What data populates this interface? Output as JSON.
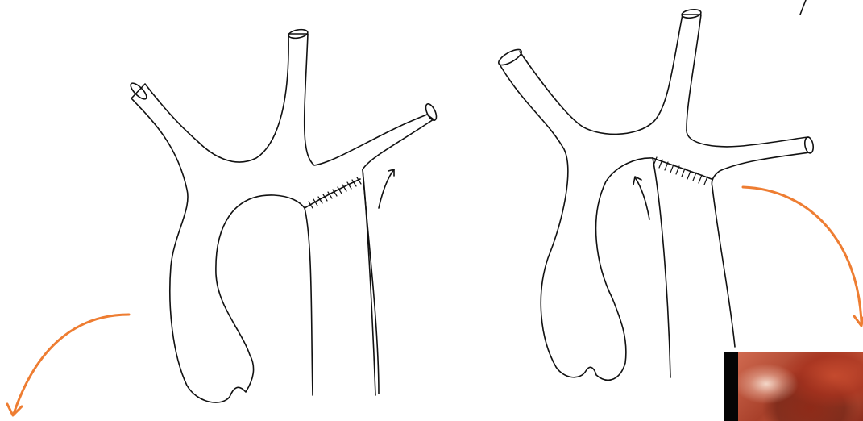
{
  "colors": {
    "ink": "#111111",
    "accent_arrow": "#ee7d32",
    "background": "#ffffff"
  },
  "figures": [
    {
      "name": "left-vessel-drawing",
      "description_visible_text": ""
    },
    {
      "name": "right-vessel-drawing",
      "description_visible_text": ""
    }
  ],
  "photo": {
    "icon": "endoscopic-photo-thumbnail"
  }
}
